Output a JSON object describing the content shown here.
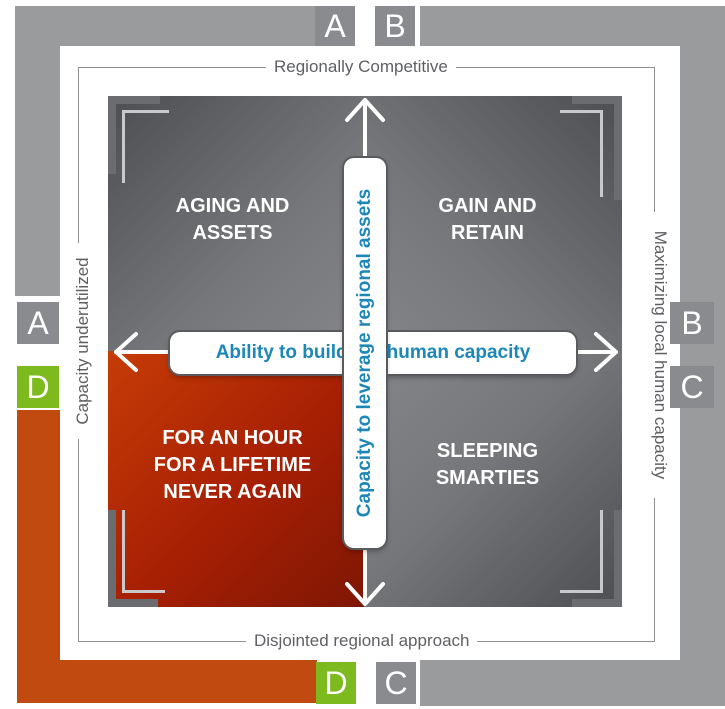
{
  "labels": {
    "top": "Regionally Competitive",
    "bottom": "Disjointed regional approach",
    "left": "Capacity underutilized",
    "right": "Maximizing local human capacity"
  },
  "letters": {
    "top_left": "A",
    "top_right": "B",
    "left_a": "A",
    "left_d": "D",
    "right_b": "B",
    "right_c": "C",
    "bottom_d": "D",
    "bottom_c": "C"
  },
  "quadrants": {
    "top_left": [
      "AGING AND",
      "ASSETS"
    ],
    "top_right": [
      "GAIN AND",
      "RETAIN"
    ],
    "bottom_left": [
      "FOR AN HOUR",
      "FOR A LIFETIME",
      "NEVER AGAIN"
    ],
    "bottom_right": [
      "SLEEPING",
      "SMARTIES"
    ]
  },
  "axes": {
    "horizontal": "Ability to build on  human capacity",
    "vertical": "Capacity to leverage regional assets"
  },
  "colors": {
    "frame_gray": "#9a9b9d",
    "frame_orange": "#c04a0f",
    "letter_green": "#7cba1e",
    "axis_text": "#1d87b8"
  }
}
